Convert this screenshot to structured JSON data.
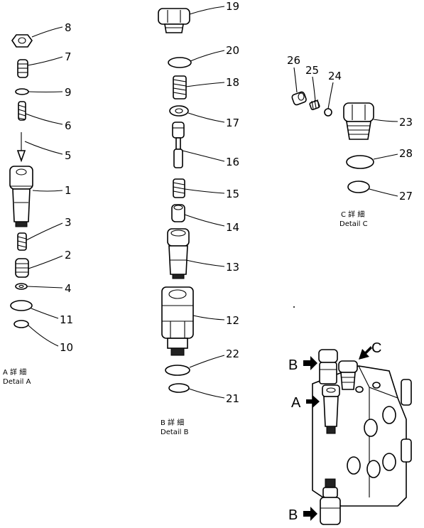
{
  "callouts": {
    "n1": "1",
    "n2": "2",
    "n3": "3",
    "n4": "4",
    "n5": "5",
    "n6": "6",
    "n7": "7",
    "n8": "8",
    "n9": "9",
    "n10": "10",
    "n11": "11",
    "n12": "12",
    "n13": "13",
    "n14": "14",
    "n15": "15",
    "n16": "16",
    "n17": "17",
    "n18": "18",
    "n19": "19",
    "n20": "20",
    "n21": "21",
    "n22": "22",
    "n23": "23",
    "n24": "24",
    "n25": "25",
    "n26": "26",
    "n27": "27",
    "n28": "28"
  },
  "captions": {
    "detail_a_jp": "A 詳 細",
    "detail_a_en": "Detail A",
    "detail_b_jp": "B 詳 細",
    "detail_b_en": "Detail B",
    "detail_c_jp": "C 詳 細",
    "detail_c_en": "Detail C"
  },
  "location_markers": {
    "a": "A",
    "b_top": "B",
    "b_bottom": "B",
    "c": "C"
  }
}
